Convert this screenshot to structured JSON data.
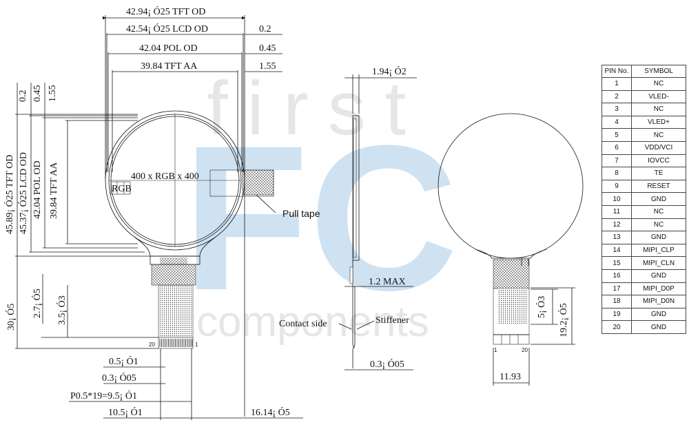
{
  "watermark": {
    "brand_top": "first",
    "brand_main": "FC",
    "brand_bottom": "components",
    "color": "#c9dff1"
  },
  "front_view": {
    "tft_od_width": "42.94¡ Ó25 TFT OD",
    "lcd_od_width": "42.54¡ Ó25 LCD OD",
    "pol_od_width": "42.04 POL OD",
    "tft_aa_width": "39.84 TFT AA",
    "off_lcd": "0.2",
    "off_pol": "0.45",
    "off_aa": "1.55",
    "tft_od_height": "45.89¡ Ó25 TFT OD",
    "lcd_od_height": "45.37¡ Ó25 LCD OD",
    "pol_od_height": "42.04 POL OD",
    "tft_aa_height": "39.84 TFT AA",
    "v_off_lcd": "0.2",
    "v_off_pol": "0.45",
    "v_off_aa": "1.55",
    "resolution": "400 x RGB x 400",
    "rgb_label": "RGB",
    "pull_tape": "Pull tape",
    "fpc_total": "30¡ Ó5",
    "fpc_stiff": "2.7¡ Ó5",
    "fpc_stiff2": "3.5¡ Ó3",
    "pin_left": "20",
    "pin_right": "1",
    "pin_width": "0.5¡ Ó1",
    "pin_gap": "0.3¡ Ó05",
    "pitch": "P0.5*19=9.5¡ Ó1",
    "fpc_width": "10.5¡ Ó1",
    "fpc_offset": "16.14¡ Ó5"
  },
  "side_view": {
    "thickness": "1.94¡ Ó2",
    "fpc_max": "1.2 MAX",
    "contact_side": "Contact side",
    "stiffener": "Stiffener",
    "stiff_thk": "0.3¡ Ó05"
  },
  "back_view": {
    "dim_a": "5¡ Ó3",
    "dim_b": "19.2¡ Ó5",
    "width": "11.93",
    "pin_left": "1",
    "pin_right": "20"
  },
  "pin_table": {
    "headers": [
      "PIN No.",
      "SYMBOL"
    ],
    "rows": [
      [
        "1",
        "NC"
      ],
      [
        "2",
        "VLED-"
      ],
      [
        "3",
        "NC"
      ],
      [
        "4",
        "VLED+"
      ],
      [
        "5",
        "NC"
      ],
      [
        "6",
        "VDD/VCI"
      ],
      [
        "7",
        "IOVCC"
      ],
      [
        "8",
        "TE"
      ],
      [
        "9",
        "RESET"
      ],
      [
        "10",
        "GND"
      ],
      [
        "11",
        "NC"
      ],
      [
        "12",
        "NC"
      ],
      [
        "13",
        "GND"
      ],
      [
        "14",
        "MIPI_CLP"
      ],
      [
        "15",
        "MIPI_CLN"
      ],
      [
        "16",
        "GND"
      ],
      [
        "17",
        "MIPI_D0P"
      ],
      [
        "18",
        "MIPI_D0N"
      ],
      [
        "19",
        "GND"
      ],
      [
        "20",
        "GND"
      ]
    ]
  }
}
